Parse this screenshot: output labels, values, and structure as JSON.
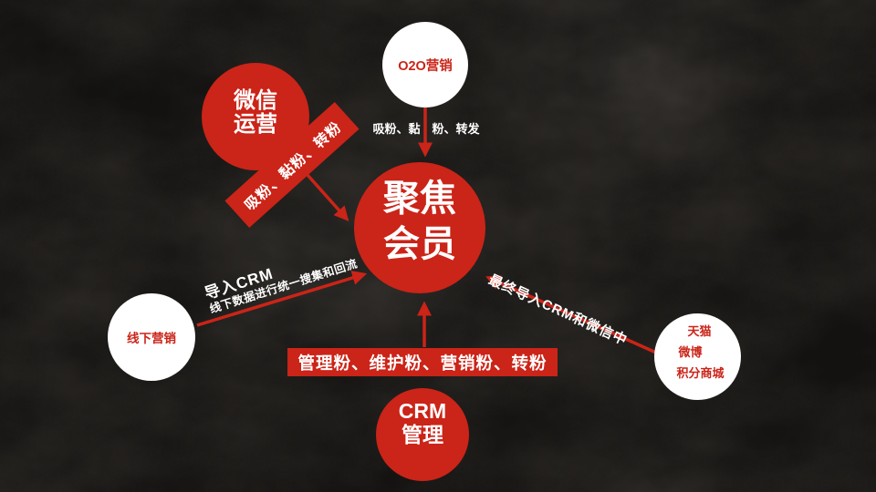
{
  "colors": {
    "accent_red": "#cb2418",
    "background": "#312e2a",
    "node_white": "#ffffff",
    "text_white": "#ffffff"
  },
  "center_node": {
    "line1": "聚焦",
    "line2": "会员"
  },
  "nodes": {
    "o2o": {
      "label": "O2O营销"
    },
    "wechat": {
      "line1": "微信",
      "line2": "运营"
    },
    "offline": {
      "label": "线下营销"
    },
    "crm": {
      "line1": "CRM",
      "line2": "管理"
    },
    "tmall": {
      "line1": "天猫",
      "line2": "微博",
      "line3": "积分商城"
    }
  },
  "edge_labels": {
    "o2o_to_center": "吸粉、黏　粉、转发",
    "wechat_to_center": "吸粉、黏粉、转粉",
    "offline_to_center_line1": "导入CRM",
    "offline_to_center_line2": "线下数据进行统一搜集和回流",
    "crm_to_center": "管理粉、维护粉、营销粉、转粉",
    "tmall_to_center": "最终导入CRM和微信中"
  }
}
